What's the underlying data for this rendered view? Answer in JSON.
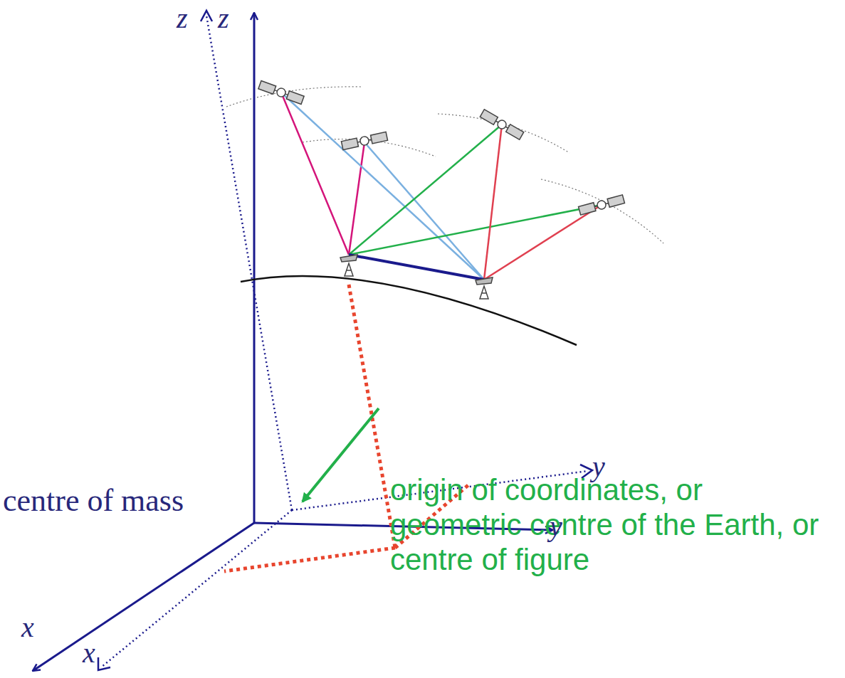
{
  "diagram": {
    "labels": [
      "z",
      "z",
      "origin of coordinates, or geometric centre of the Earth, or centre of figure",
      "y",
      "centre of mass",
      "y",
      "x",
      "x"
    ]
  }
}
